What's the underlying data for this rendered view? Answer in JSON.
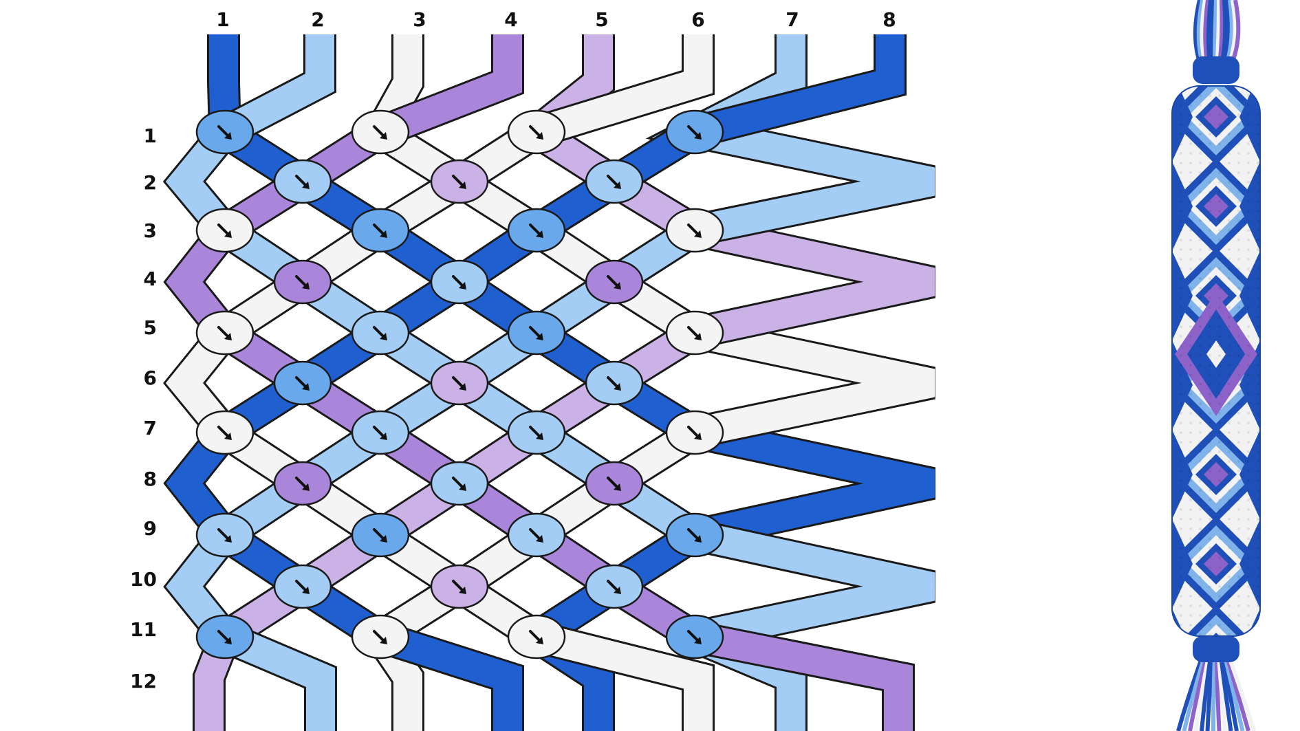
{
  "pattern": {
    "string_numbers": [
      "1",
      "2",
      "3",
      "4",
      "5",
      "6",
      "7",
      "8"
    ],
    "row_numbers": [
      "1",
      "2",
      "3",
      "4",
      "5",
      "6",
      "7",
      "8",
      "9",
      "10",
      "11",
      "12"
    ],
    "colors": {
      "D": "#1f5fcf",
      "L": "#a3cdf5",
      "M": "#6aa8ec",
      "W": "#f4f4f4",
      "P": "#a986da",
      "Q": "#cbb2e6"
    },
    "color_names": {
      "D": "dark blue",
      "L": "light blue",
      "M": "medium blue",
      "W": "white",
      "P": "purple",
      "Q": "lavender"
    },
    "starting_strings": [
      "D",
      "L",
      "W",
      "P",
      "Q",
      "W",
      "L",
      "D"
    ],
    "knot_type": "forward-knot-arrow",
    "knot_rows": [
      [
        "M",
        "W",
        "W",
        "M"
      ],
      [
        "L",
        "Q",
        "L"
      ],
      [
        "W",
        "M",
        "M",
        "W"
      ],
      [
        "P",
        "L",
        "P"
      ],
      [
        "W",
        "L",
        "M",
        "W"
      ],
      [
        "M",
        "Q",
        "L"
      ],
      [
        "W",
        "L",
        "L",
        "W"
      ],
      [
        "P",
        "L",
        "P"
      ],
      [
        "L",
        "M",
        "L",
        "M"
      ],
      [
        "L",
        "Q",
        "L"
      ],
      [
        "M",
        "W",
        "W",
        "M"
      ]
    ]
  },
  "bracelet": {
    "image": "finished-bracelet-preview",
    "colors": [
      "#1f4fb8",
      "#7fb3ea",
      "#f2f2f2",
      "#8e63c9"
    ]
  }
}
